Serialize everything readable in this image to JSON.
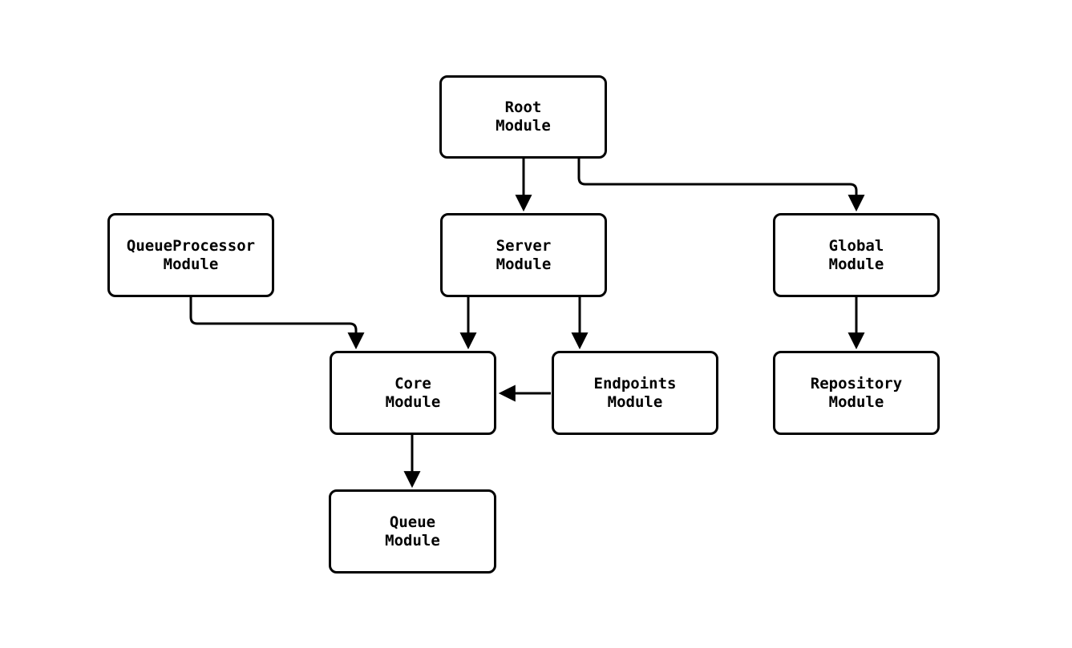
{
  "diagram": {
    "type": "module-dependency-flowchart",
    "colors": {
      "background": "#ffffff",
      "node_fill": "#ffffff",
      "node_border": "#000000",
      "edge_stroke": "#000000",
      "text": "#000000"
    },
    "nodes": {
      "root": {
        "label": "Root\nModule"
      },
      "queueprocessor": {
        "label": "QueueProcessor\nModule"
      },
      "server": {
        "label": "Server\nModule"
      },
      "global": {
        "label": "Global\nModule"
      },
      "core": {
        "label": "Core\nModule"
      },
      "endpoints": {
        "label": "Endpoints\nModule"
      },
      "repository": {
        "label": "Repository\nModule"
      },
      "queue": {
        "label": "Queue\nModule"
      }
    },
    "edges": [
      {
        "from": "root",
        "to": "server"
      },
      {
        "from": "root",
        "to": "global"
      },
      {
        "from": "queueprocessor",
        "to": "core"
      },
      {
        "from": "server",
        "to": "core"
      },
      {
        "from": "server",
        "to": "endpoints"
      },
      {
        "from": "endpoints",
        "to": "core"
      },
      {
        "from": "global",
        "to": "repository"
      },
      {
        "from": "core",
        "to": "queue"
      }
    ]
  }
}
